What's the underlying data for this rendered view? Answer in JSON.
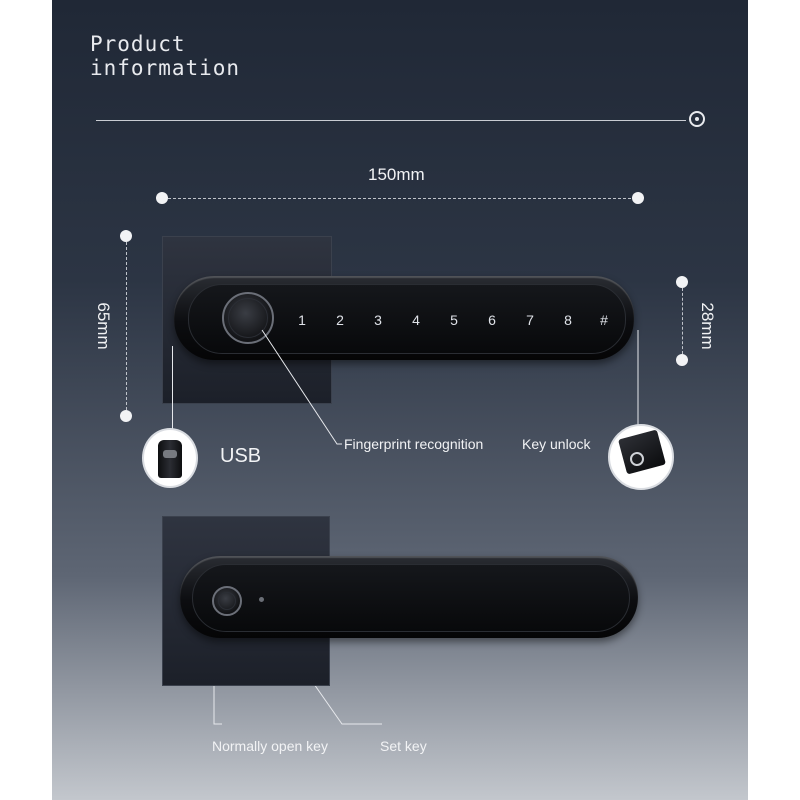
{
  "title_line1": "Product",
  "title_line2": "information",
  "dimensions": {
    "width": "150mm",
    "height": "65mm",
    "depth": "28mm"
  },
  "keypad": [
    "1",
    "2",
    "3",
    "4",
    "5",
    "6",
    "7",
    "8",
    "#"
  ],
  "labels": {
    "usb": "USB",
    "fingerprint": "Fingerprint recognition",
    "key_unlock": "Key unlock",
    "normally_open_key": "Normally open key",
    "set_key": "Set key"
  },
  "colors": {
    "panel_top": "#202836",
    "panel_bottom": "#c3c7cd",
    "text": "#f2f3f5",
    "handle": "#0c0d10"
  },
  "icons": [
    "target-icon",
    "usb-plug-icon",
    "key-cylinder-icon",
    "fingerprint-sensor-icon"
  ]
}
